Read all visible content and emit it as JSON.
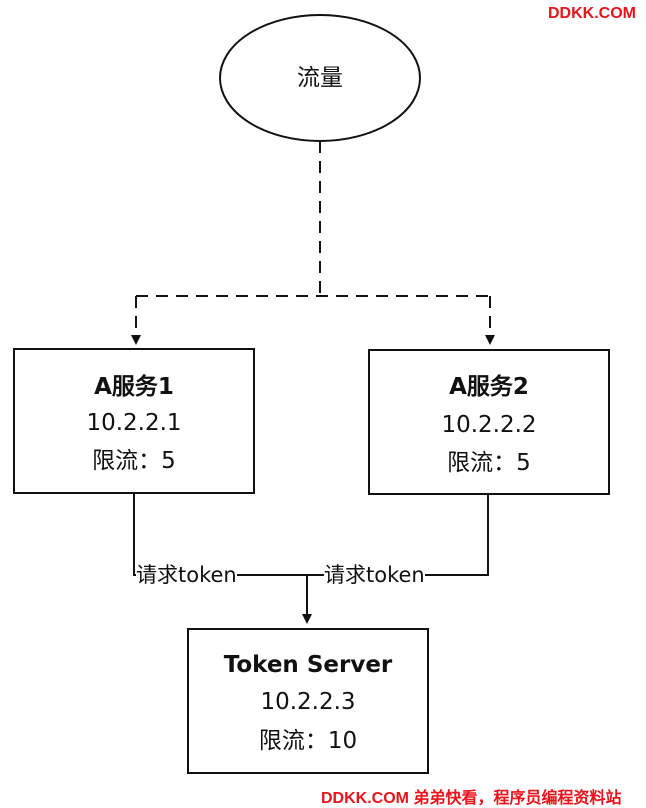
{
  "watermark_top": "DDKK.COM",
  "watermark_bottom": "DDKK.COM 弟弟快看，程序员编程资料站",
  "traffic_node": {
    "label": "流量"
  },
  "service1": {
    "title": "A服务1",
    "ip": "10.2.2.1",
    "limit": "限流：5"
  },
  "service2": {
    "title": "A服务2",
    "ip": "10.2.2.2",
    "limit": "限流：5"
  },
  "token_server": {
    "title": "Token Server",
    "ip": "10.2.2.3",
    "limit": "限流：10"
  },
  "edge_labels": {
    "left": "请求token",
    "right": "请求token"
  }
}
